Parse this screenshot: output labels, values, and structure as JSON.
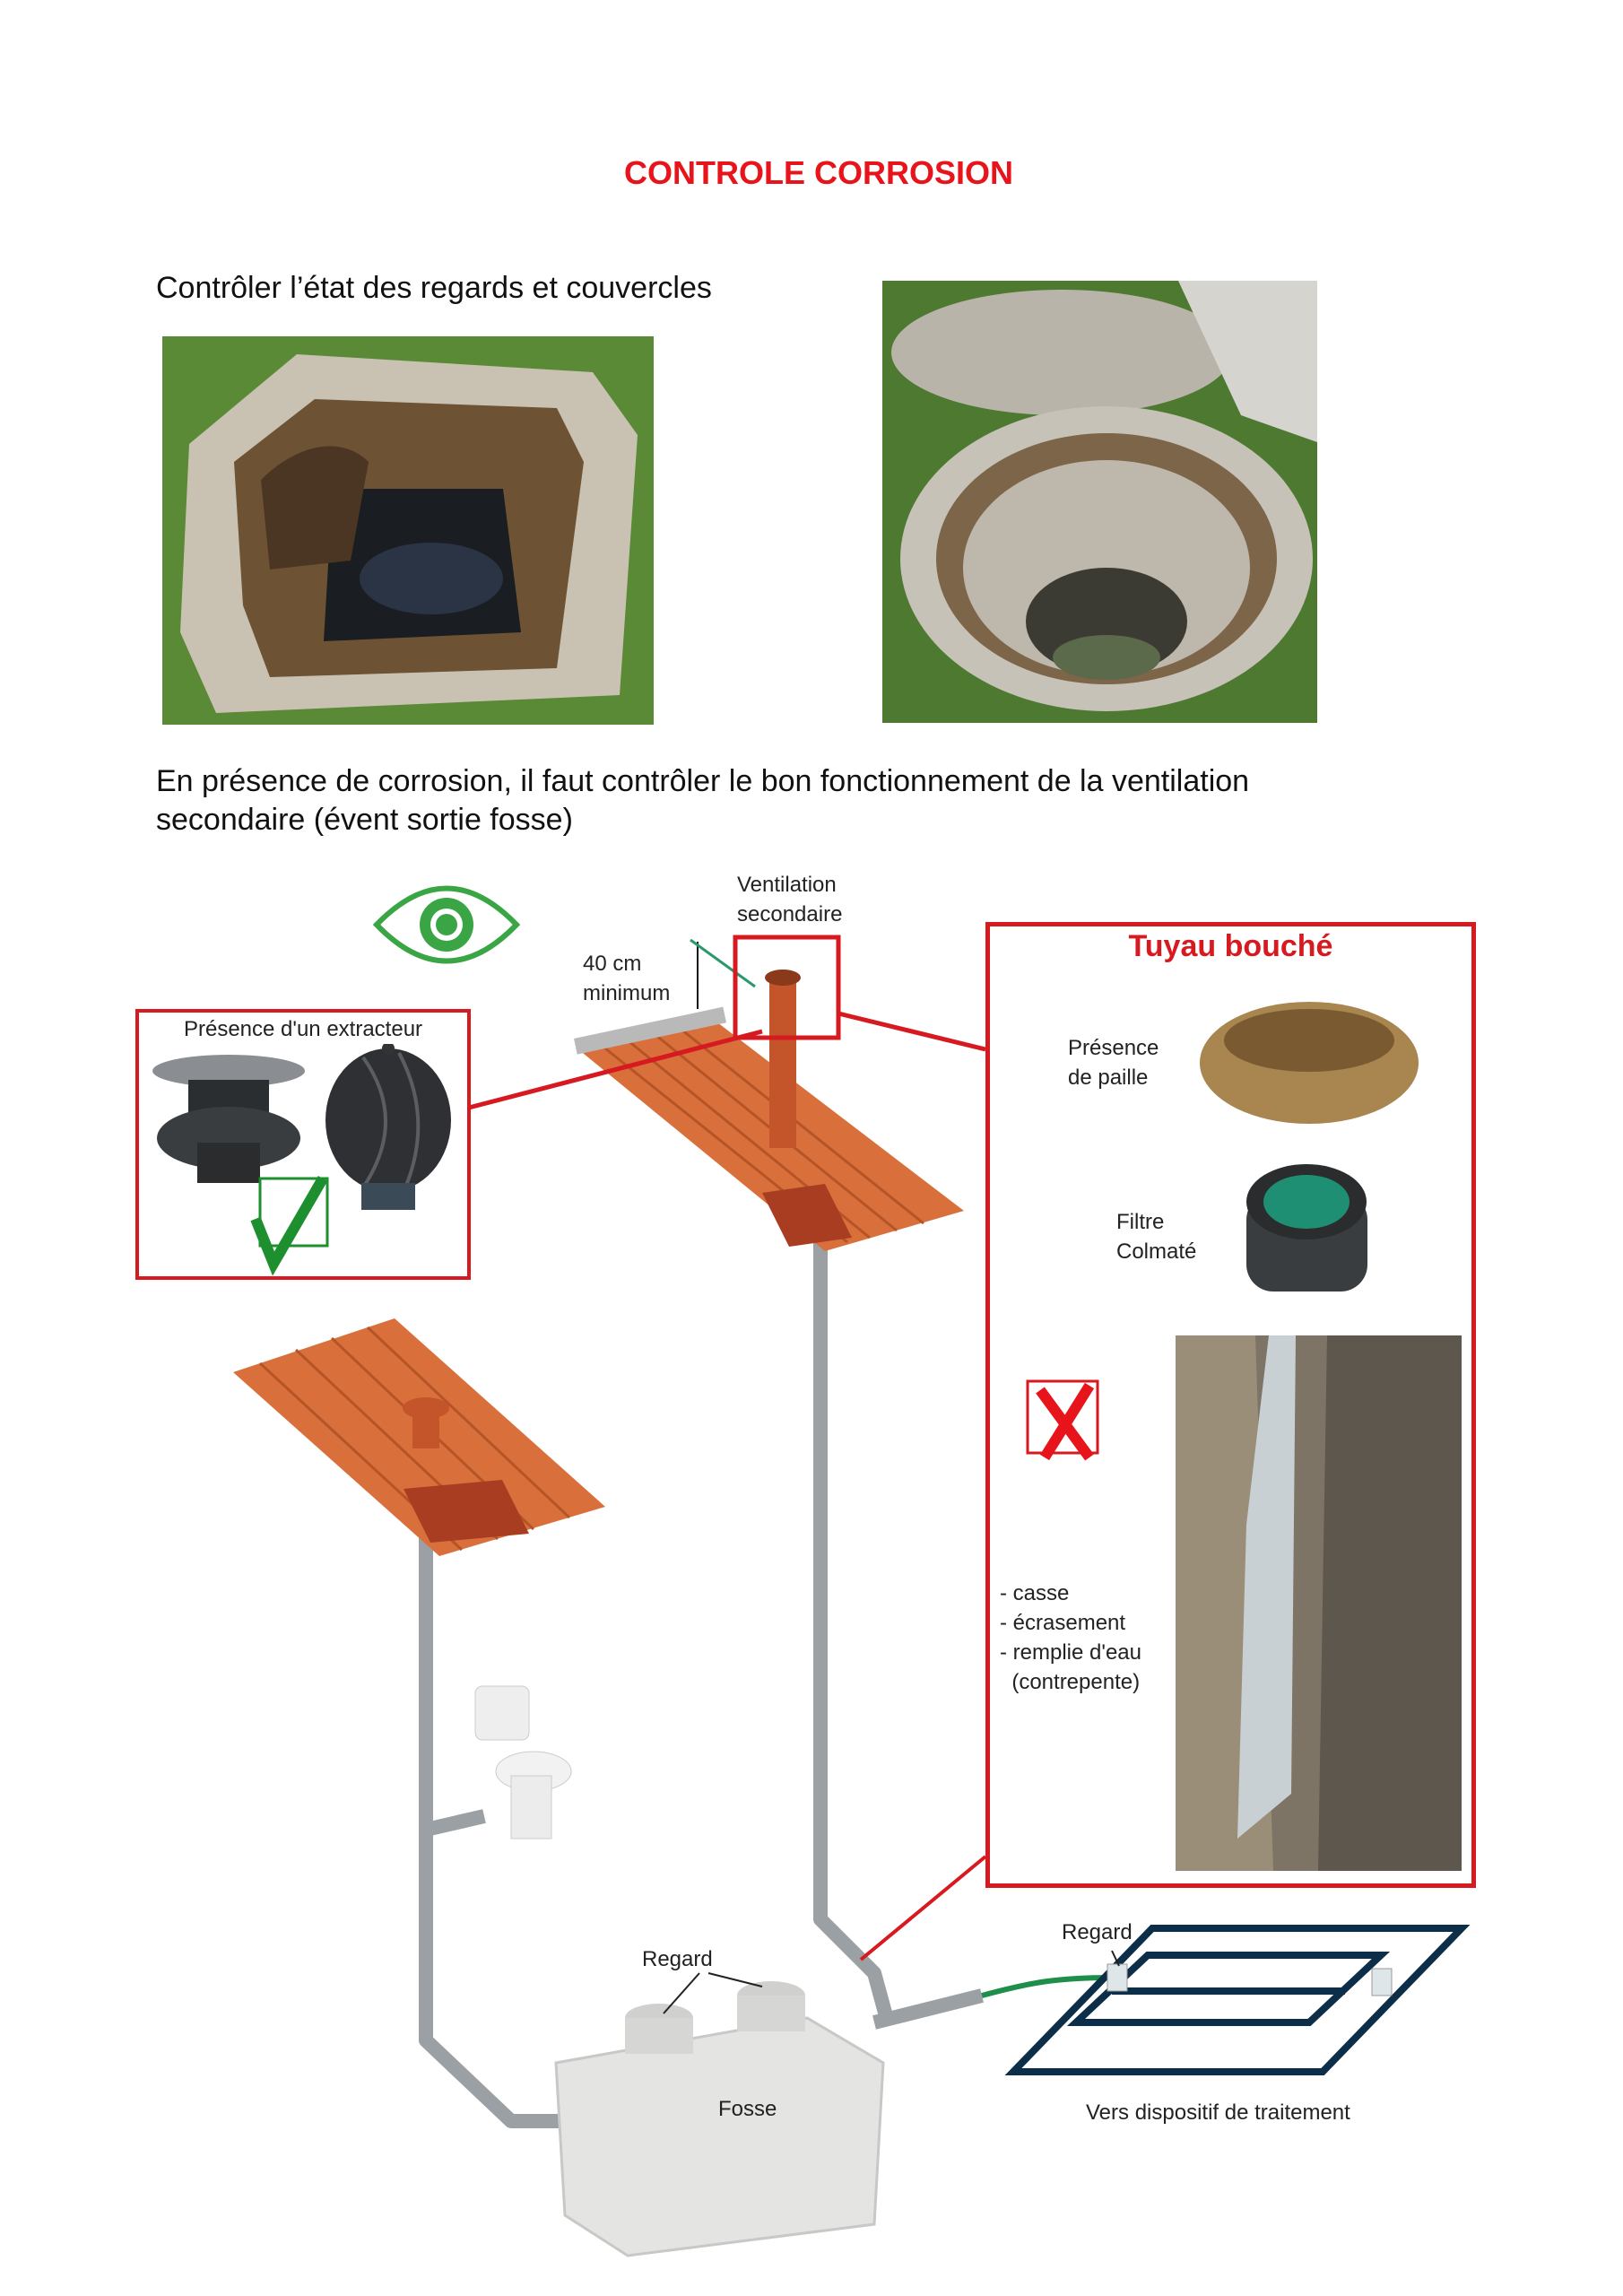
{
  "title": "CONTROLE CORROSION",
  "intro_text": "Contrôler l’état des regards et couvercles",
  "paragraph": {
    "line1": "En présence de corrosion, il faut contrôler le bon fonctionnement de la ventilation",
    "line2": "secondaire (évent sortie fosse)"
  },
  "diagram": {
    "ventilation_label_1": "Ventilation",
    "ventilation_label_2": "secondaire",
    "height_label_1": "40 cm",
    "height_label_2": "minimum",
    "extractor_box_title": "Présence d'un extracteur",
    "blocked_box_title": "Tuyau bouché",
    "straw_label_1": "Présence",
    "straw_label_2": "de paille",
    "filter_label_1": "Filtre",
    "filter_label_2": "Colmaté",
    "defects": [
      "- casse",
      "- écrasement",
      "- remplie d'eau",
      "  (contrepente)"
    ],
    "regard_tank": "Regard",
    "regard_field": "Regard",
    "tank_label": "Fosse",
    "treatment_label": "Vers dispositif de traitement"
  },
  "colors": {
    "accent_red": "#e8141b",
    "box_red": "#d71920",
    "check_green": "#1e8f2e",
    "roof_orange": "#d9703c"
  }
}
